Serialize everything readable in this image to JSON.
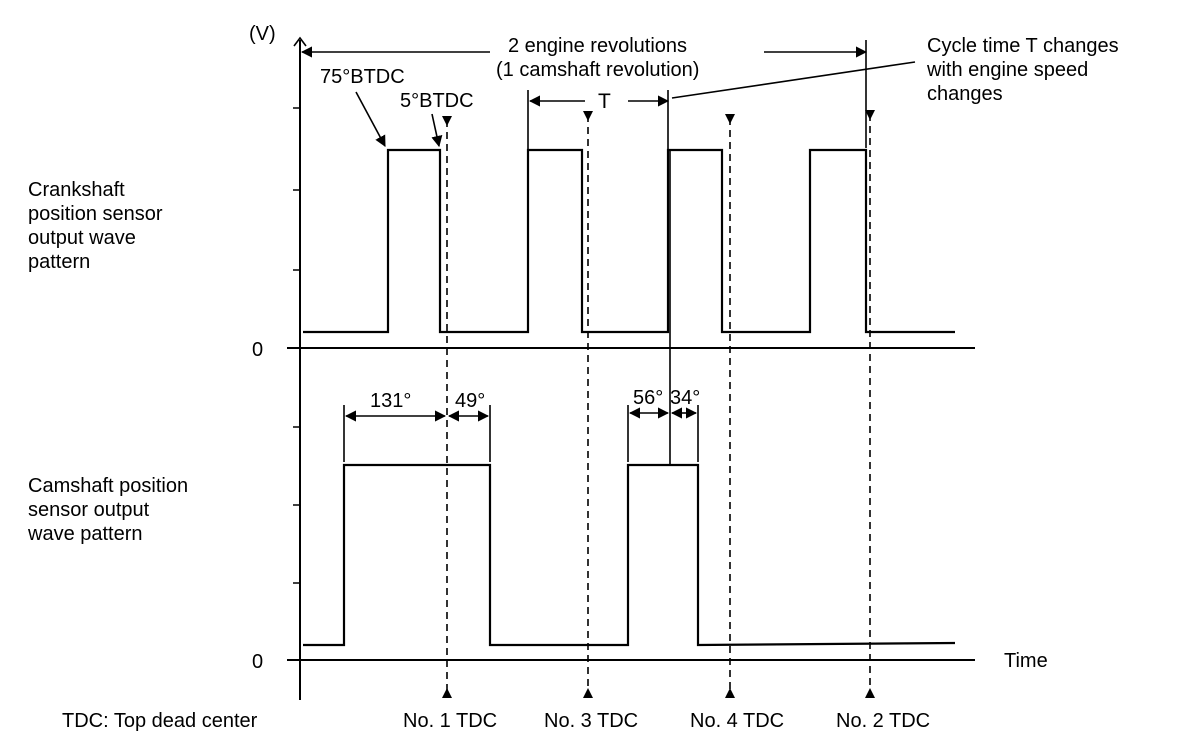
{
  "axis": {
    "y_unit": "(V)",
    "zero_crank": "0",
    "zero_cam": "0",
    "x_label": "Time"
  },
  "crank": {
    "label_lines": [
      "Crankshaft",
      "position sensor",
      "output wave",
      "pattern"
    ]
  },
  "cam": {
    "label_lines": [
      "Camshaft position",
      "sensor output",
      "wave pattern"
    ]
  },
  "annotations": {
    "revolutions_line1": "2 engine revolutions",
    "revolutions_line2": "(1 camshaft revolution)",
    "btdc75": "75°BTDC",
    "btdc5": "5°BTDC",
    "cycle_symbol": "T",
    "cycle_note_lines": [
      "Cycle time T changes",
      "with engine speed",
      "changes"
    ],
    "deg131": "131°",
    "deg49": "49°",
    "deg56": "56°",
    "deg34": "34°"
  },
  "tdc_labels": [
    "No. 1 TDC",
    "No. 3 TDC",
    "No. 4 TDC",
    "No. 2 TDC"
  ],
  "legend": {
    "tdc": "TDC: Top dead center"
  }
}
